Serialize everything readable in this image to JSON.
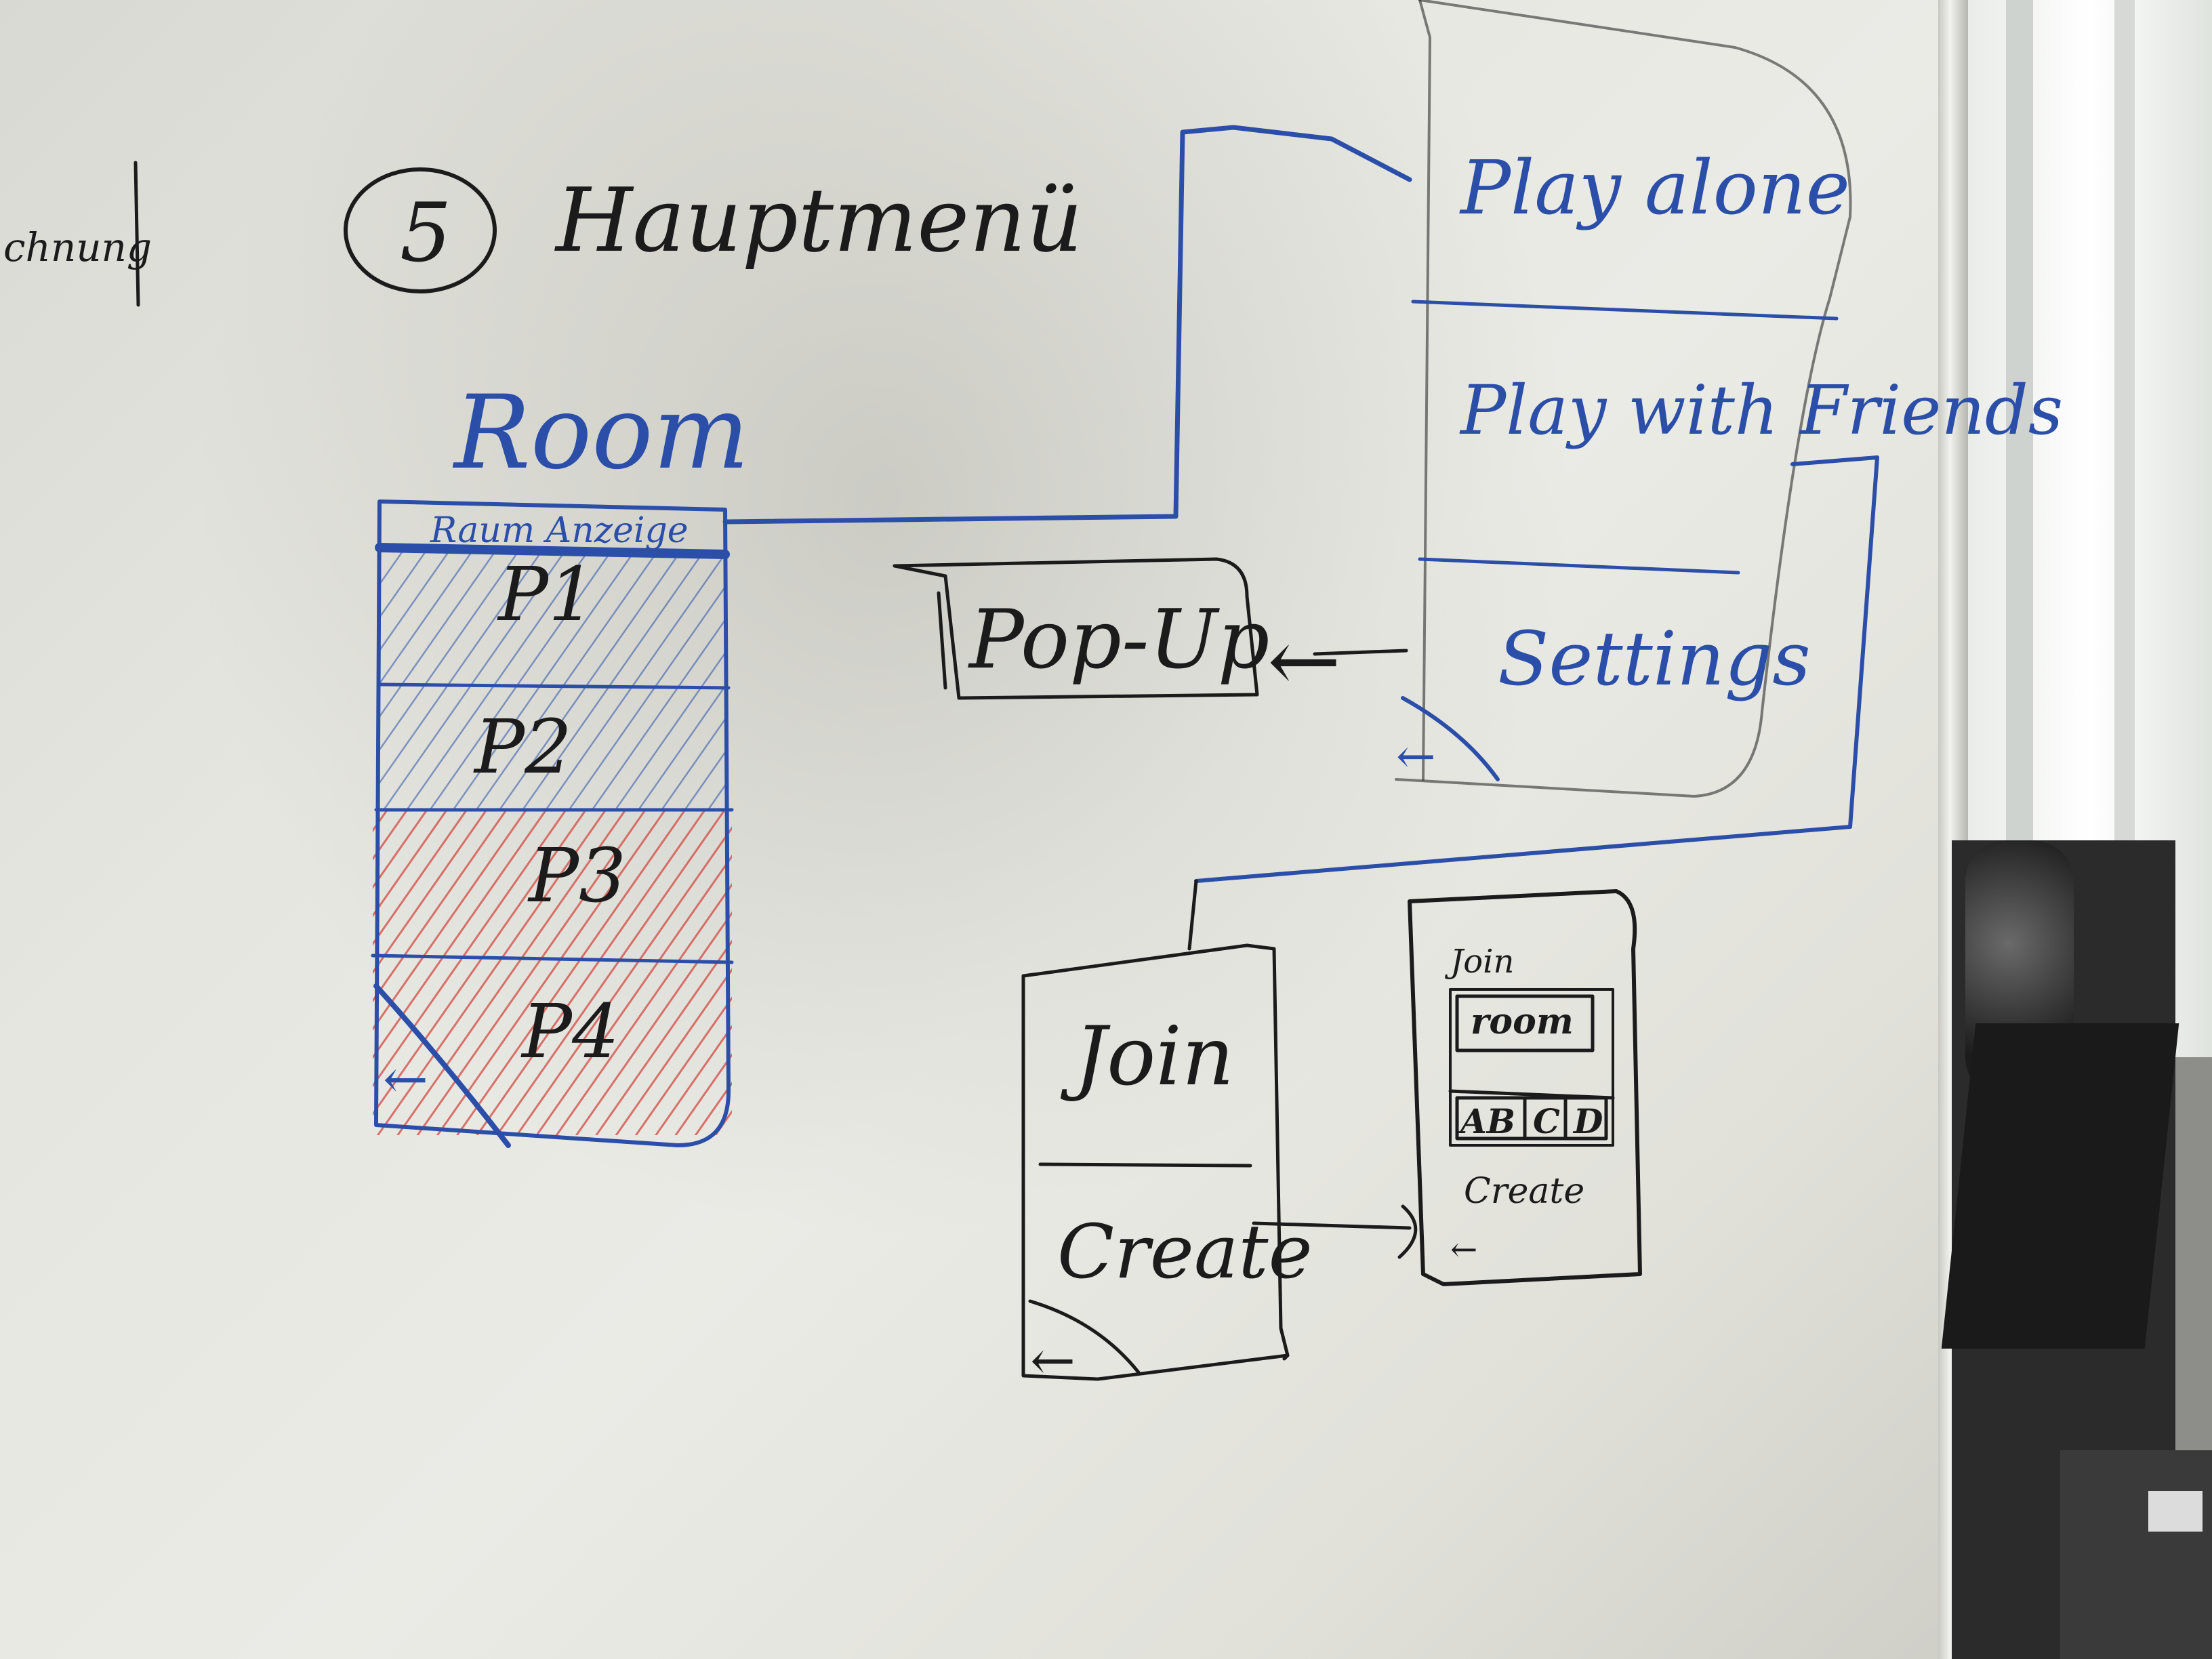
{
  "heading": {
    "number": "5",
    "title": "Hauptmenü",
    "left_fragment": "chnung"
  },
  "room_screen": {
    "title": "Room",
    "header_bar": "Raum Anzeige",
    "slots": [
      "P1",
      "P2",
      "P3",
      "P4"
    ],
    "back_glyph": "←"
  },
  "main_menu_screen": {
    "items": [
      "Play alone",
      "Play with Friends",
      "Settings"
    ],
    "back_glyph": "←"
  },
  "popup": {
    "label": "Pop-Up",
    "arrow_glyph": "←"
  },
  "friends_screen": {
    "items": [
      "Join",
      "Create"
    ],
    "back_glyph": "←"
  },
  "create_screen": {
    "title": "Join",
    "field": "room",
    "code_cells": [
      "AB",
      "C",
      "D"
    ],
    "button": "Create",
    "back_glyph": "←"
  },
  "colors": {
    "black_marker": "#1b1b1b",
    "blue_marker": "#2b4ea8",
    "red_marker": "#d2483f",
    "board": "#e6e6e0"
  }
}
